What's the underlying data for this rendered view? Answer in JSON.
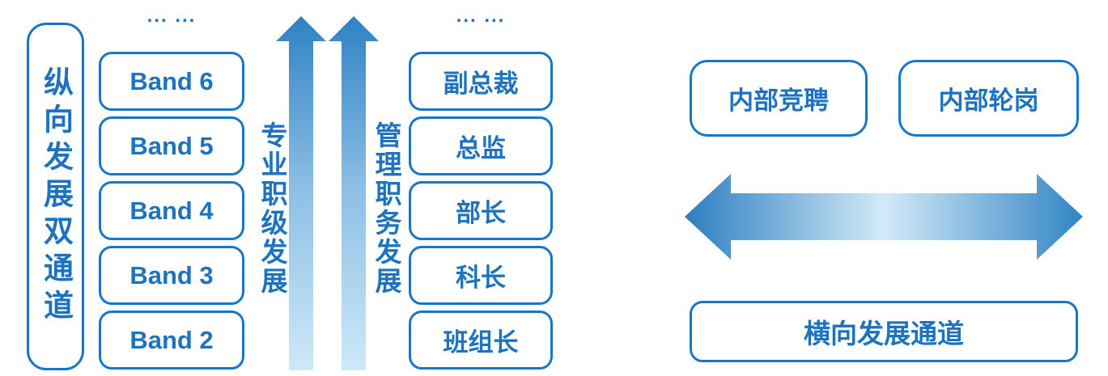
{
  "colors": {
    "primary_blue": "#1876C8",
    "text_blue": "#1D73BD",
    "arrow_gradient_dark": "#2E82C3",
    "arrow_gradient_mid": "#8FC0E5",
    "arrow_gradient_light": "#CDE9F8",
    "h_arrow_dark_left": "#2C7EC0",
    "h_arrow_light_mid": "#D2EAF8",
    "h_arrow_dark_right": "#3184C4"
  },
  "left_panel": {
    "title": "纵向发展双通道"
  },
  "band_column": {
    "ellipsis": "... ...",
    "items": [
      "Band 6",
      "Band 5",
      "Band 4",
      "Band 3",
      "Band 2"
    ]
  },
  "arrows": {
    "professional_label": "专业职级发展",
    "management_label": "管理职务发展"
  },
  "management_column": {
    "ellipsis": "... ...",
    "items": [
      "副总裁",
      "总监",
      "部长",
      "科长",
      "班组长"
    ]
  },
  "right_panel": {
    "internal_competition": "内部竞聘",
    "internal_rotation": "内部轮岗",
    "horizontal_channel": "横向发展通道"
  }
}
